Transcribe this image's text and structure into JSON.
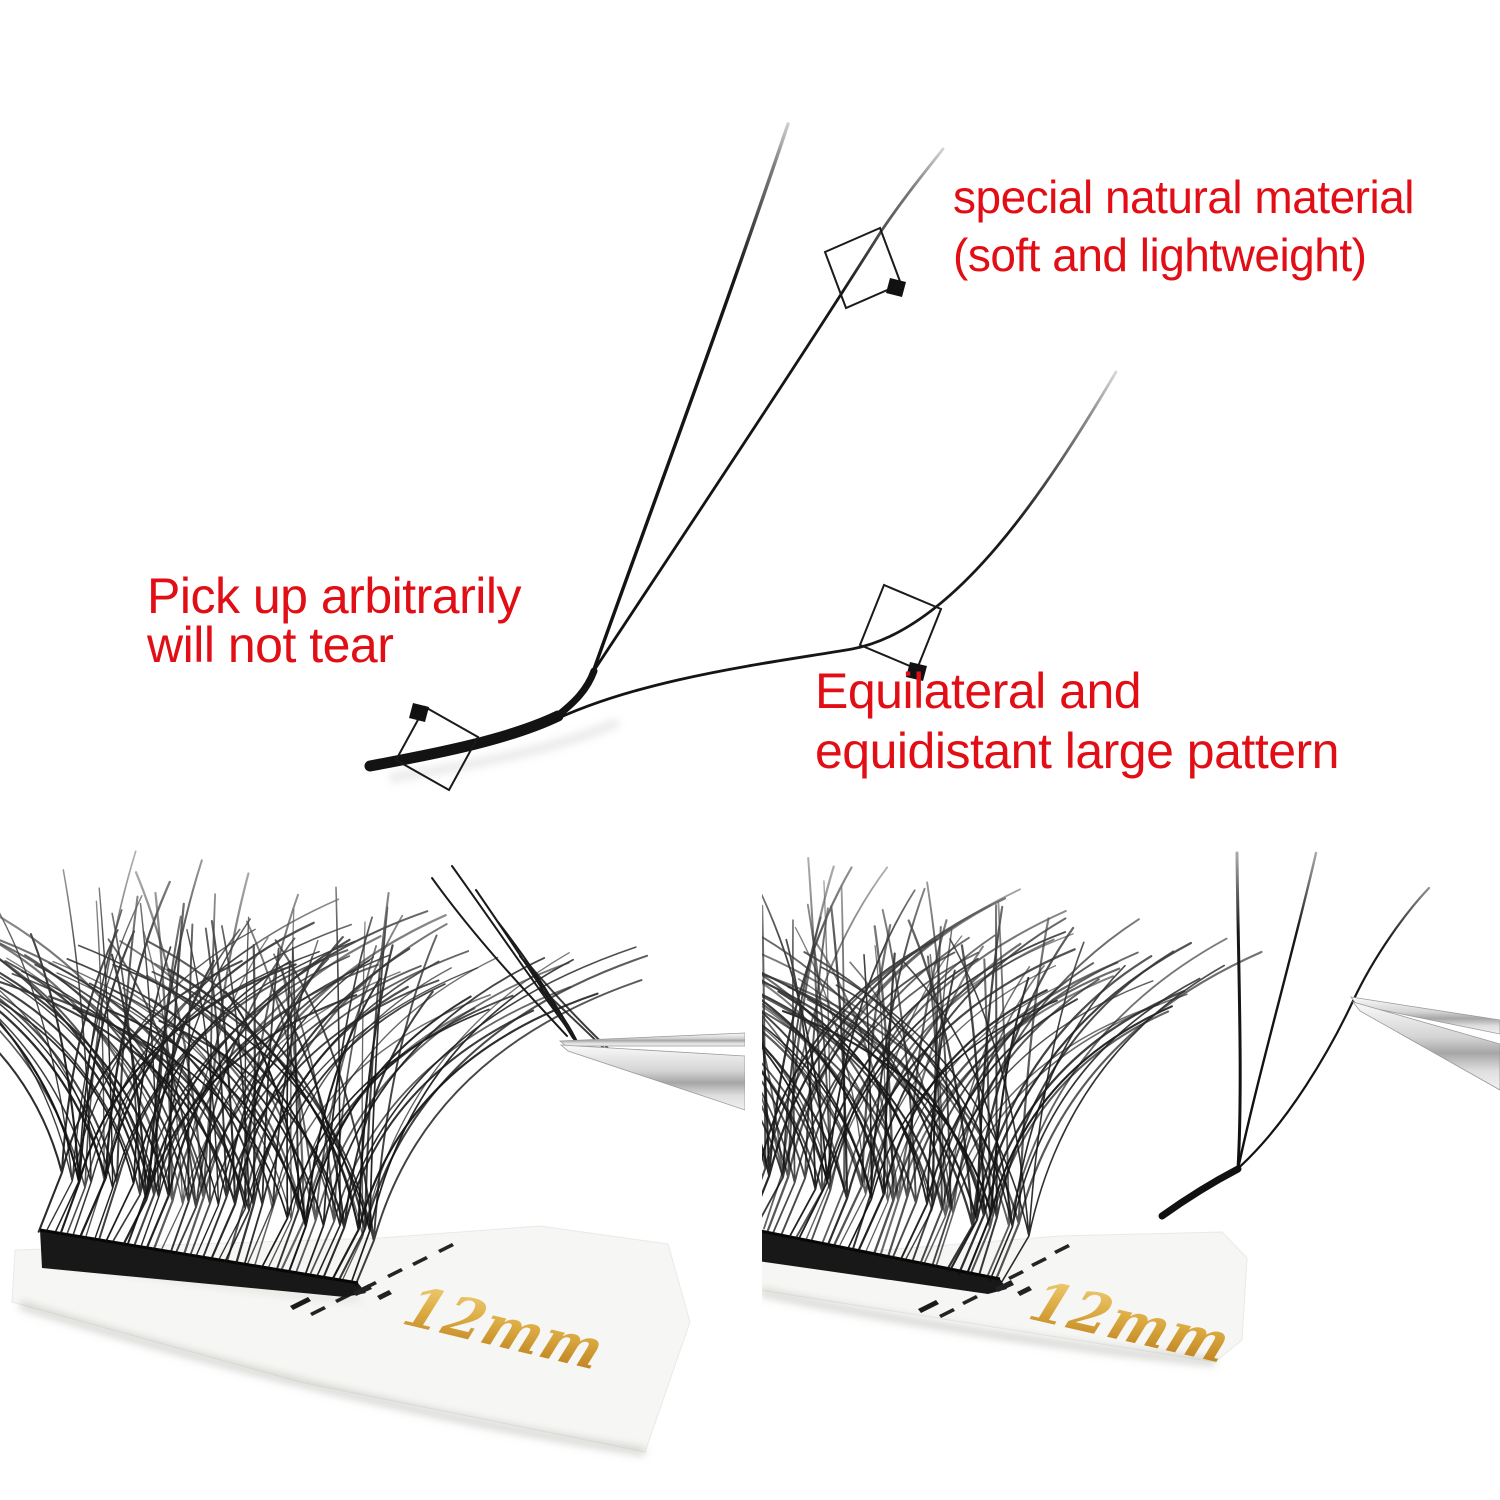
{
  "image": {
    "background": "#ffffff",
    "subject": "eyelash-extension-product-infographic"
  },
  "annotations": {
    "text_color": "#e10e15",
    "material": {
      "line1": "special natural material",
      "line2": "(soft and lightweight)"
    },
    "pickup": {
      "line1": "Pick up arbitrarily",
      "line2": "will not tear"
    },
    "pattern": {
      "line1": "Equilateral and",
      "line2": "equidistant large pattern"
    }
  },
  "fan_diagram": {
    "strand_count": 3,
    "marker_icon": "rotated-square-marker-icon",
    "marker_count": 3
  },
  "photos": {
    "left": {
      "tray_label": "12mm",
      "label_color": "#d29a2e",
      "tool_icon": "tweezers-icon"
    },
    "right": {
      "tray_label": "12mm",
      "label_color": "#d29a2e",
      "tool_icon": "tweezers-icon"
    }
  }
}
